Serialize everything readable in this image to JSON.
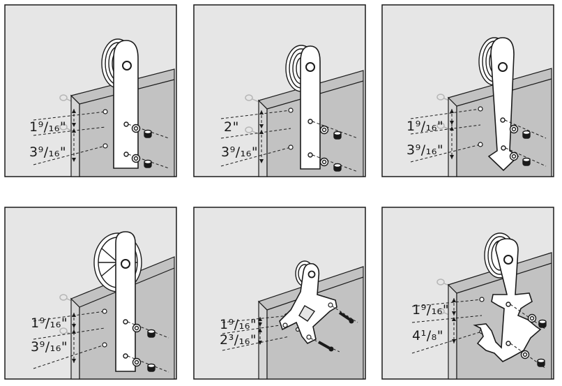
{
  "panels": [
    {
      "variant": "j-strap",
      "dims": [
        "1⁹/₁₆\"",
        "3⁹/₁₆\""
      ]
    },
    {
      "variant": "straight-strap",
      "dims": [
        "2\"",
        "3⁹/₁₆\""
      ]
    },
    {
      "variant": "arrow-strap",
      "dims": [
        "1⁹/₁₆\"",
        "3⁹/₁₆\""
      ]
    },
    {
      "variant": "spoked-wheel-strap",
      "dims": [
        "1⁹/₁₆\"",
        "3⁹/₁₆\""
      ]
    },
    {
      "variant": "diamond-bracket",
      "dims": [
        "1⁹/₁₆\"",
        "2³/₁₆\""
      ]
    },
    {
      "variant": "anchor-strap",
      "dims": [
        "1⁹/₁₆\"",
        "4¹/₈\""
      ]
    }
  ],
  "colors": {
    "background": "#e6e6e6",
    "door_front": "#c2c2c2",
    "door_edge": "#d6d6d6",
    "outline": "#1a1a1a",
    "strap_fill": "#ffffff",
    "ghost": "#b5b5b5"
  }
}
